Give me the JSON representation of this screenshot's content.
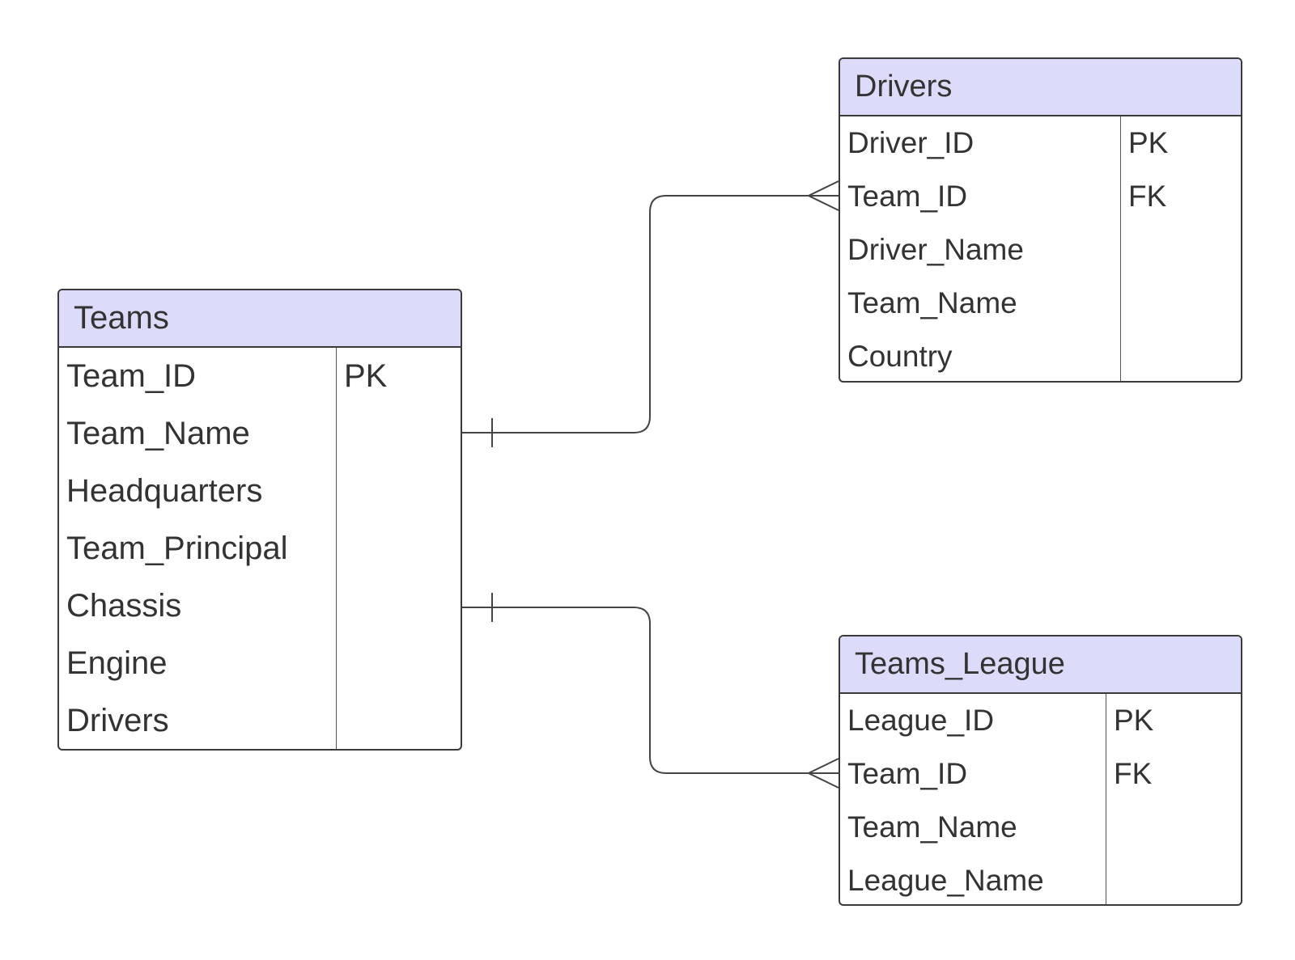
{
  "entities": {
    "teams": {
      "name": "Teams",
      "fields": [
        {
          "name": "Team_ID",
          "key": "PK"
        },
        {
          "name": "Team_Name",
          "key": ""
        },
        {
          "name": "Headquarters",
          "key": ""
        },
        {
          "name": "Team_Principal",
          "key": ""
        },
        {
          "name": "Chassis",
          "key": ""
        },
        {
          "name": "Engine",
          "key": ""
        },
        {
          "name": "Drivers",
          "key": ""
        }
      ]
    },
    "drivers": {
      "name": "Drivers",
      "fields": [
        {
          "name": "Driver_ID",
          "key": "PK"
        },
        {
          "name": "Team_ID",
          "key": "FK"
        },
        {
          "name": "Driver_Name",
          "key": ""
        },
        {
          "name": "Team_Name",
          "key": ""
        },
        {
          "name": "Country",
          "key": ""
        }
      ]
    },
    "teams_league": {
      "name": "Teams_League",
      "fields": [
        {
          "name": "League_ID",
          "key": "PK"
        },
        {
          "name": "Team_ID",
          "key": "FK"
        },
        {
          "name": "Team_Name",
          "key": ""
        },
        {
          "name": "League_Name",
          "key": ""
        }
      ]
    }
  },
  "relationships": [
    {
      "from": "Teams",
      "to": "Drivers",
      "from_end": "one",
      "to_end": "many"
    },
    {
      "from": "Teams",
      "to": "Teams_League",
      "from_end": "one",
      "to_end": "many"
    }
  ],
  "colors": {
    "header_fill": "#dcdcfa",
    "border": "#3a3a3a",
    "text": "#333333",
    "line": "#444444"
  }
}
